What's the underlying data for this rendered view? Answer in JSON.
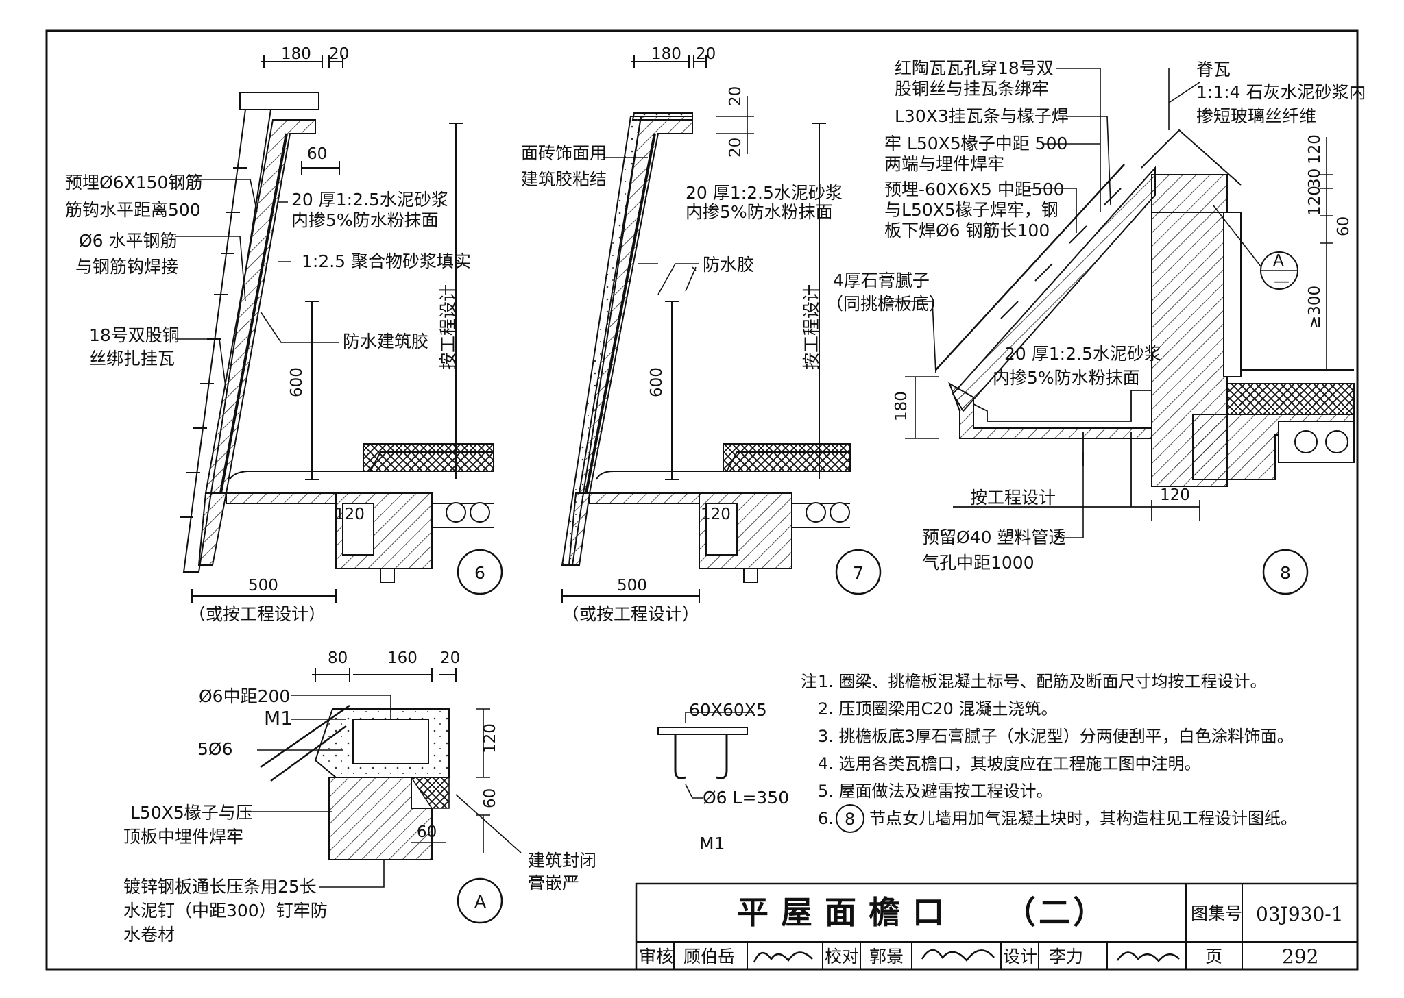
{
  "detail6": {
    "dims": {
      "top_a": "180",
      "top_b": "20",
      "d60": "60",
      "d600": "600",
      "d120": "120",
      "d500": "500",
      "d500_note": "（或按工程设计）"
    },
    "labels": {
      "l1a": "预埋Ø6X150钢筋",
      "l1b": "筋钩水平距离500",
      "l2a": "Ø6 水平钢筋",
      "l2b": "与钢筋钩焊接",
      "l3a": "18号双股铜",
      "l3b": "丝绑扎挂瓦",
      "l4a": "20 厚1:2.5水泥砂浆",
      "l4b": "内掺5%防水粉抹面",
      "l5": "1:2.5 聚合物砂浆填实",
      "l6": "防水建筑胶",
      "l7": "按工程设计"
    },
    "number": "6"
  },
  "detail7": {
    "dims": {
      "top_a": "180",
      "top_b": "20",
      "d20a": "20",
      "d20b": "20",
      "d600": "600",
      "d120": "120",
      "d500": "500",
      "d500_note": "（或按工程设计）"
    },
    "labels": {
      "l1a": "面砖饰面用",
      "l1b": "建筑胶粘结",
      "l2a": "20 厚1:2.5水泥砂浆",
      "l2b": "内掺5%防水粉抹面",
      "l3": "防水胶",
      "l4": "按工程设计"
    },
    "number": "7"
  },
  "detail8": {
    "labels": {
      "l1a": "红陶瓦瓦孔穿18号双",
      "l1b": "股铜丝与挂瓦条绑牢",
      "l2": "L30X3挂瓦条与椽子焊",
      "l3a": "牢 L50X5椽子中距 500",
      "l3b": "两端与埋件焊牢",
      "l4a": "预埋-60X6X5 中距500",
      "l4b": "与L50X5椽子焊牢，钢",
      "l4c": "板下焊Ø6 钢筋长100",
      "l5a": "4厚石膏腻子",
      "l5b": "（同挑檐板底）",
      "l6a": "20 厚1:2.5水泥砂浆",
      "l6b": "内掺5%防水粉抹面",
      "l7": "脊瓦",
      "l8a": "1:1:4 石灰水泥砂浆内",
      "l8b": "掺短玻璃丝纤维",
      "l9": "按工程设计",
      "l10a": "预留Ø40 塑料管透",
      "l10b": "气孔中距1000",
      "section_top": "A",
      "section_bottom": "—"
    },
    "dims": {
      "d120a": "120",
      "d30": "30",
      "d120b": "120",
      "d60": "60",
      "d300": "≥300",
      "d180": "180",
      "d120c": "120"
    },
    "number": "8"
  },
  "detailA": {
    "dims": {
      "d80": "80",
      "d160": "160",
      "d20": "20",
      "d120": "120",
      "d60": "60",
      "d60b": "60"
    },
    "labels": {
      "l1": "Ø6中距200",
      "l2": "M1",
      "l3": "5Ø6",
      "l4a": "L50X5椽子与压",
      "l4b": "顶板中埋件焊牢",
      "l5a": "镀锌钢板通长压条用25长",
      "l5b": "水泥钉（中距300）钉牢防",
      "l5c": "水卷材",
      "l6a": "建筑封闭",
      "l6b": "膏嵌严"
    },
    "number": "A"
  },
  "m1": {
    "plate": "60X60X5",
    "bar": "Ø6  L=350",
    "title": "M1"
  },
  "notes": {
    "prefix": "注",
    "items": [
      "1. 圈梁、挑檐板混凝土标号、配筋及断面尺寸均按工程设计。",
      "2. 压顶圈梁用C20 混凝土浇筑。",
      "3. 挑檐板底3厚石膏腻子（水泥型）分两便刮平，白色涂料饰面。",
      "4. 选用各类瓦檐口，其坡度应在工程施工图中注明。",
      "5. 屋面做法及避雷按工程设计。"
    ],
    "item6_pre": "6.",
    "item6_ref": "8",
    "item6_post": "节点女儿墙用加气混凝土块时，其构造柱见工程设计图纸。"
  },
  "titleblock": {
    "title": "平屋面檐口",
    "subtitle": "（二）",
    "atlas_label": "图集号",
    "atlas_no": "03J930-1",
    "review_label": "审核",
    "reviewer": "顾伯岳",
    "check_label": "校对",
    "checker": "郭景",
    "design_label": "设计",
    "designer": "李力",
    "page_label": "页",
    "page_no": "292"
  }
}
